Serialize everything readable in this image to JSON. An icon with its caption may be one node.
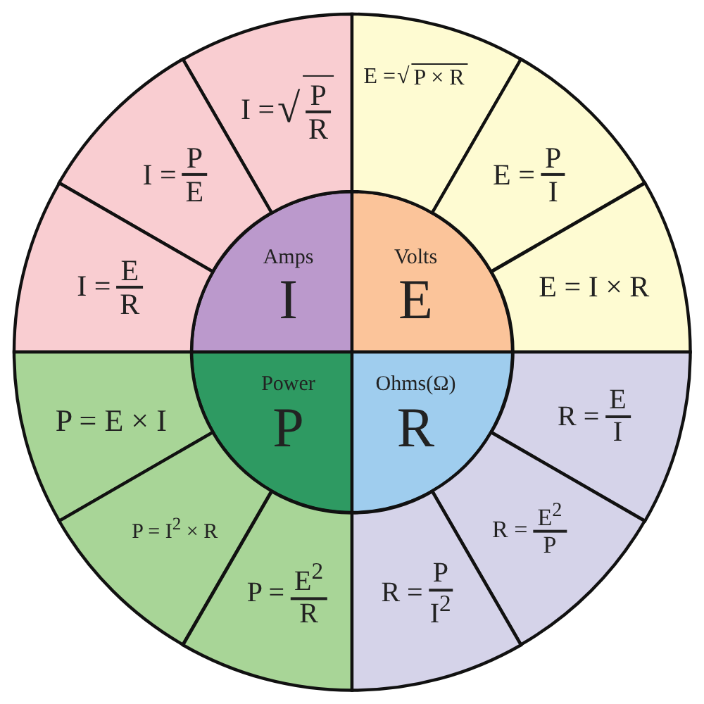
{
  "diagram": {
    "nodes": [
      {
        "text": [
          "Amps",
          "I"
        ]
      },
      {
        "text": [
          "Volts",
          "E"
        ]
      },
      {
        "text": [
          "Power",
          "P"
        ]
      },
      {
        "text": [
          "Ohms(Ω)",
          "R"
        ]
      },
      {
        "text": [
          "I =",
          "√",
          "P",
          "R"
        ]
      },
      {
        "text": [
          "I =",
          "P",
          "E"
        ]
      },
      {
        "text": [
          "I =",
          "E",
          "R"
        ]
      },
      {
        "text": [
          "E =",
          "√",
          "P × R"
        ]
      },
      {
        "text": [
          "E =",
          "P",
          "I"
        ]
      },
      {
        "text": [
          "E = I × R"
        ]
      },
      {
        "text": [
          "P = E × I"
        ]
      },
      {
        "text": [
          "P = I$^{2}$ × R"
        ]
      },
      {
        "text": [
          "P =",
          "E$^{2}$",
          "R"
        ]
      },
      {
        "text": [
          "R =",
          "E",
          "I"
        ]
      },
      {
        "text": [
          "R =",
          "E$^{2}$",
          "P"
        ]
      },
      {
        "text": [
          "R =",
          "P",
          "I$^{2}$"
        ]
      }
    ]
  }
}
